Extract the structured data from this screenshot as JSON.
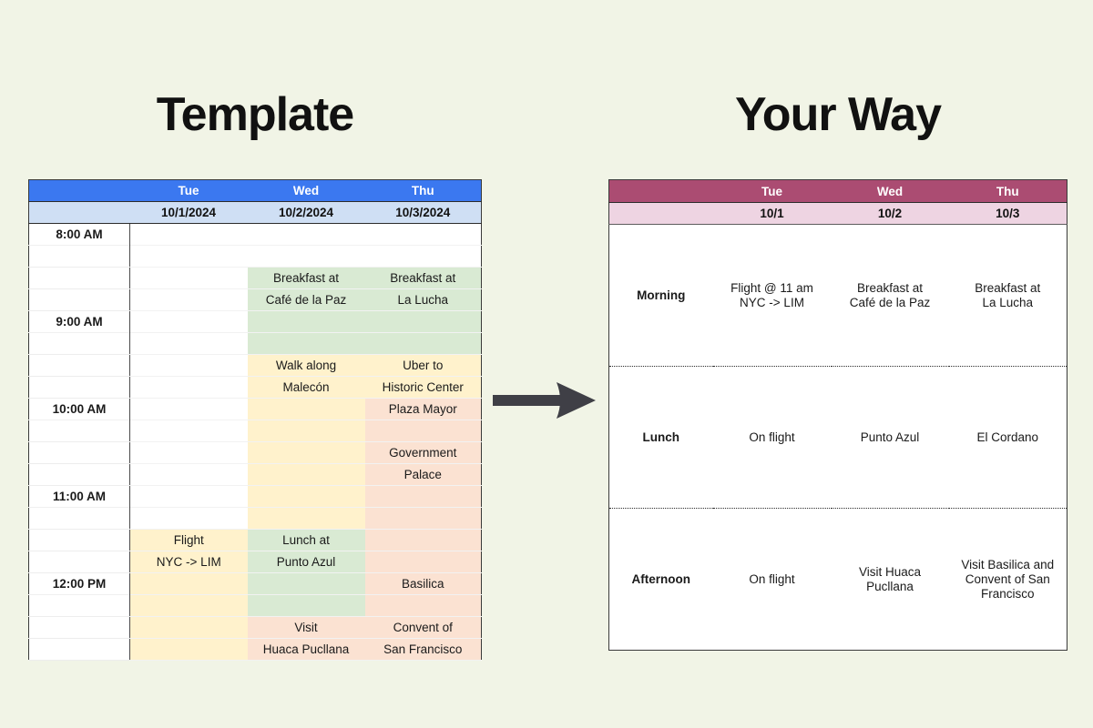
{
  "page": {
    "background_color": "#f1f4e6",
    "arrow_color": "#3f3f46",
    "arrow_name": "right-arrow"
  },
  "headings": {
    "left": "Template",
    "right": "Your Way"
  },
  "template": {
    "header_bg": "#3b78f0",
    "subheader_bg": "#cfdff4",
    "corner_label": "",
    "days": [
      "Tue",
      "Wed",
      "Thu"
    ],
    "dates": [
      "10/1/2024",
      "10/2/2024",
      "10/3/2024"
    ],
    "times": [
      "8:00 AM",
      "9:00 AM",
      "10:00 AM",
      "11:00 AM",
      "12:00 PM"
    ],
    "colors": {
      "green": "#d9ead3",
      "yellow": "#fff2cc",
      "peach": "#fbe2d2",
      "white": "#ffffff"
    },
    "slots": [
      {
        "time": "8:00 AM",
        "tue": "",
        "wed": "",
        "thu": "",
        "tue_bg": "white",
        "wed_bg": "white",
        "thu_bg": "white"
      },
      {
        "time": "",
        "tue": "",
        "wed": "",
        "thu": "",
        "tue_bg": "white",
        "wed_bg": "white",
        "thu_bg": "white"
      },
      {
        "time": "",
        "tue": "",
        "wed": "Breakfast at",
        "thu": "Breakfast at",
        "tue_bg": "white",
        "wed_bg": "green",
        "thu_bg": "green"
      },
      {
        "time": "",
        "tue": "",
        "wed": "Café de la Paz",
        "thu": "La Lucha",
        "tue_bg": "white",
        "wed_bg": "green",
        "thu_bg": "green"
      },
      {
        "time": "9:00 AM",
        "tue": "",
        "wed": "",
        "thu": "",
        "tue_bg": "white",
        "wed_bg": "green",
        "thu_bg": "green"
      },
      {
        "time": "",
        "tue": "",
        "wed": "",
        "thu": "",
        "tue_bg": "white",
        "wed_bg": "green",
        "thu_bg": "green"
      },
      {
        "time": "",
        "tue": "",
        "wed": "Walk along",
        "thu": "Uber to",
        "tue_bg": "white",
        "wed_bg": "yellow",
        "thu_bg": "yellow"
      },
      {
        "time": "",
        "tue": "",
        "wed": "Malecón",
        "thu": "Historic Center",
        "tue_bg": "white",
        "wed_bg": "yellow",
        "thu_bg": "yellow"
      },
      {
        "time": "10:00 AM",
        "tue": "",
        "wed": "",
        "thu": "Plaza Mayor",
        "tue_bg": "white",
        "wed_bg": "yellow",
        "thu_bg": "peach"
      },
      {
        "time": "",
        "tue": "",
        "wed": "",
        "thu": "",
        "tue_bg": "white",
        "wed_bg": "yellow",
        "thu_bg": "peach"
      },
      {
        "time": "",
        "tue": "",
        "wed": "",
        "thu": "Government",
        "tue_bg": "white",
        "wed_bg": "yellow",
        "thu_bg": "peach"
      },
      {
        "time": "",
        "tue": "",
        "wed": "",
        "thu": "Palace",
        "tue_bg": "white",
        "wed_bg": "yellow",
        "thu_bg": "peach"
      },
      {
        "time": "11:00 AM",
        "tue": "",
        "wed": "",
        "thu": "",
        "tue_bg": "white",
        "wed_bg": "yellow",
        "thu_bg": "peach"
      },
      {
        "time": "",
        "tue": "",
        "wed": "",
        "thu": "",
        "tue_bg": "white",
        "wed_bg": "yellow",
        "thu_bg": "peach"
      },
      {
        "time": "",
        "tue": "Flight",
        "wed": "Lunch at",
        "thu": "",
        "tue_bg": "yellow",
        "wed_bg": "green",
        "thu_bg": "peach"
      },
      {
        "time": "",
        "tue": "NYC -> LIM",
        "wed": "Punto Azul",
        "thu": "",
        "tue_bg": "yellow",
        "wed_bg": "green",
        "thu_bg": "peach"
      },
      {
        "time": "12:00 PM",
        "tue": "",
        "wed": "",
        "thu": "Basilica",
        "tue_bg": "yellow",
        "wed_bg": "green",
        "thu_bg": "peach"
      },
      {
        "time": "",
        "tue": "",
        "wed": "",
        "thu": "",
        "tue_bg": "yellow",
        "wed_bg": "green",
        "thu_bg": "peach"
      },
      {
        "time": "",
        "tue": "",
        "wed": "Visit",
        "thu": "Convent of",
        "tue_bg": "yellow",
        "wed_bg": "peach",
        "thu_bg": "peach"
      },
      {
        "time": "",
        "tue": "",
        "wed": "Huaca Pucllana",
        "thu": "San Francisco",
        "tue_bg": "yellow",
        "wed_bg": "peach",
        "thu_bg": "peach"
      }
    ]
  },
  "yourway": {
    "header_bg": "#ab4c72",
    "subheader_bg": "#eed4e2",
    "corner_label": "",
    "days": [
      "Tue",
      "Wed",
      "Thu"
    ],
    "dates": [
      "10/1",
      "10/2",
      "10/3"
    ],
    "rows": [
      {
        "label": "Morning",
        "tue": "Flight @ 11 am\nNYC -> LIM",
        "wed": "Breakfast at\nCafé de la Paz",
        "thu": "Breakfast at\nLa Lucha"
      },
      {
        "label": "Lunch",
        "tue": "On flight",
        "wed": "Punto Azul",
        "thu": "El Cordano"
      },
      {
        "label": "Afternoon",
        "tue": "On flight",
        "wed": "Visit Huaca\nPucllana",
        "thu": "Visit Basilica and\nConvent of San\nFrancisco"
      }
    ]
  }
}
